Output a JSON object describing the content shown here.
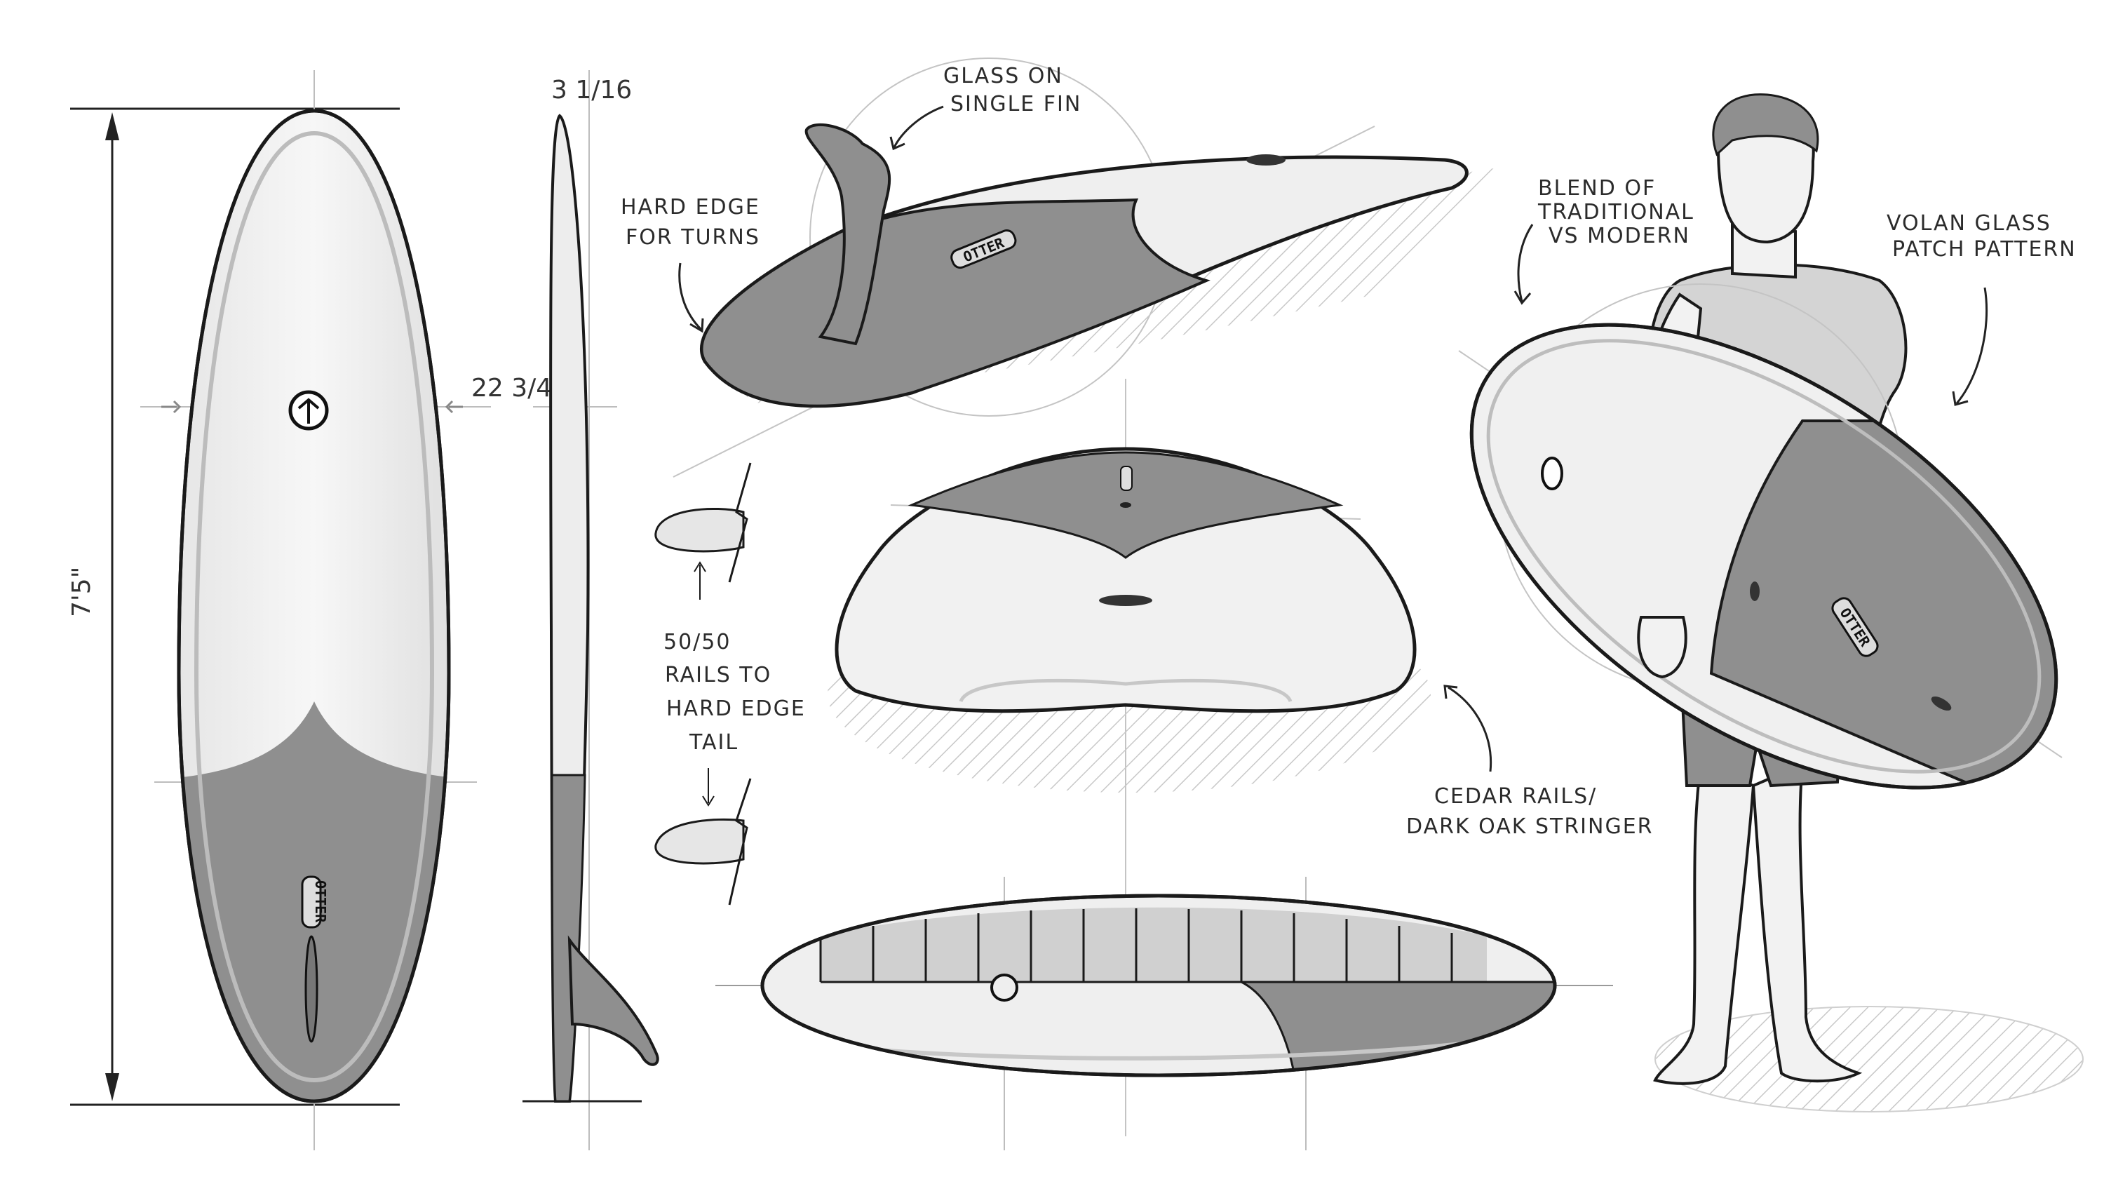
{
  "dimensions": {
    "length": "7'5\"",
    "width": "22 3/4",
    "thickness": "3 1/16"
  },
  "brand": {
    "logo_text": "OTTER"
  },
  "annotations": {
    "glass_on_fin": [
      "GLASS ON",
      "SINGLE FIN"
    ],
    "hard_edge": [
      "HARD EDGE",
      "FOR TURNS"
    ],
    "rails": [
      "50/50",
      "RAILS TO",
      "HARD EDGE",
      "TAIL"
    ],
    "blend": [
      "BLEND OF",
      "TRADITIONAL",
      "VS MODERN"
    ],
    "volan": [
      "VOLAN GLASS",
      "PATCH PATTERN"
    ],
    "cedar": [
      "CEDAR RAILS/",
      "DARK OAK STRINGER"
    ]
  },
  "colors": {
    "deck_light": "#f2f2f2",
    "tint_dark": "#8f8f8f",
    "outline": "#1a1a1a",
    "guide": "#b8b8b8"
  }
}
